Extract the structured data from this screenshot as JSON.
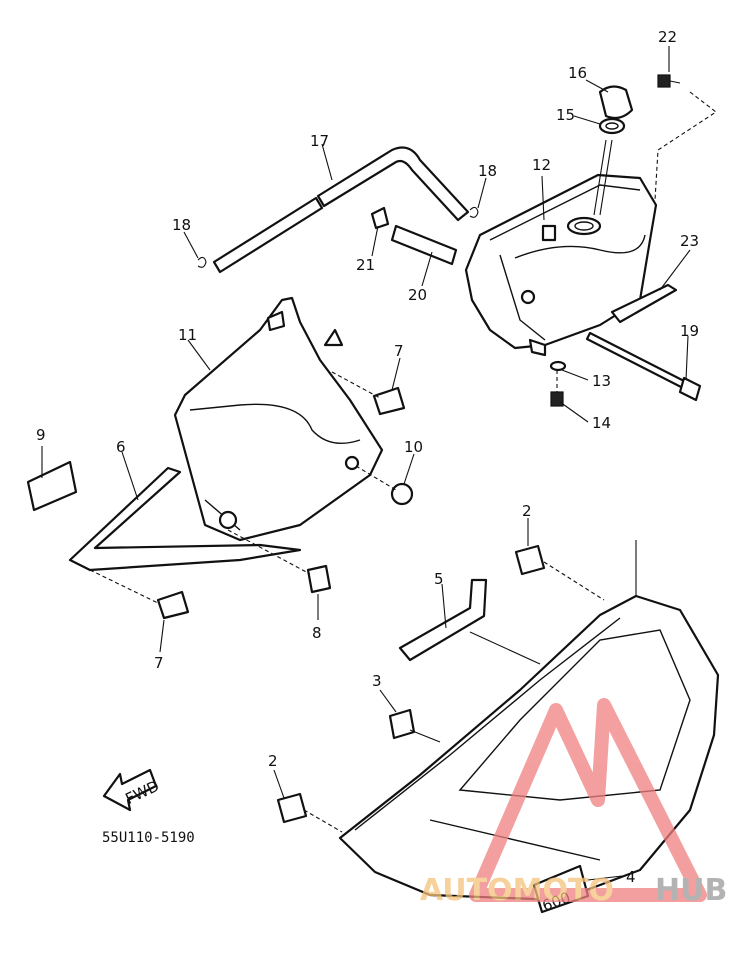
{
  "diagram": {
    "callouts": [
      "22",
      "16",
      "15",
      "12",
      "17",
      "18",
      "18",
      "21",
      "20",
      "23",
      "19",
      "11",
      "7",
      "13",
      "14",
      "9",
      "6",
      "10",
      "2",
      "5",
      "8",
      "7",
      "3",
      "2",
      "4"
    ],
    "part_code": "55U110-5190",
    "fwd_label": "FWD",
    "decal_text": "600"
  },
  "watermark": {
    "brand_left": "AUTOMOTO",
    "brand_right": "HUB",
    "colors": {
      "triangle": "#f08080",
      "left": "#f5c27a",
      "right": "#9a9a9a"
    }
  }
}
